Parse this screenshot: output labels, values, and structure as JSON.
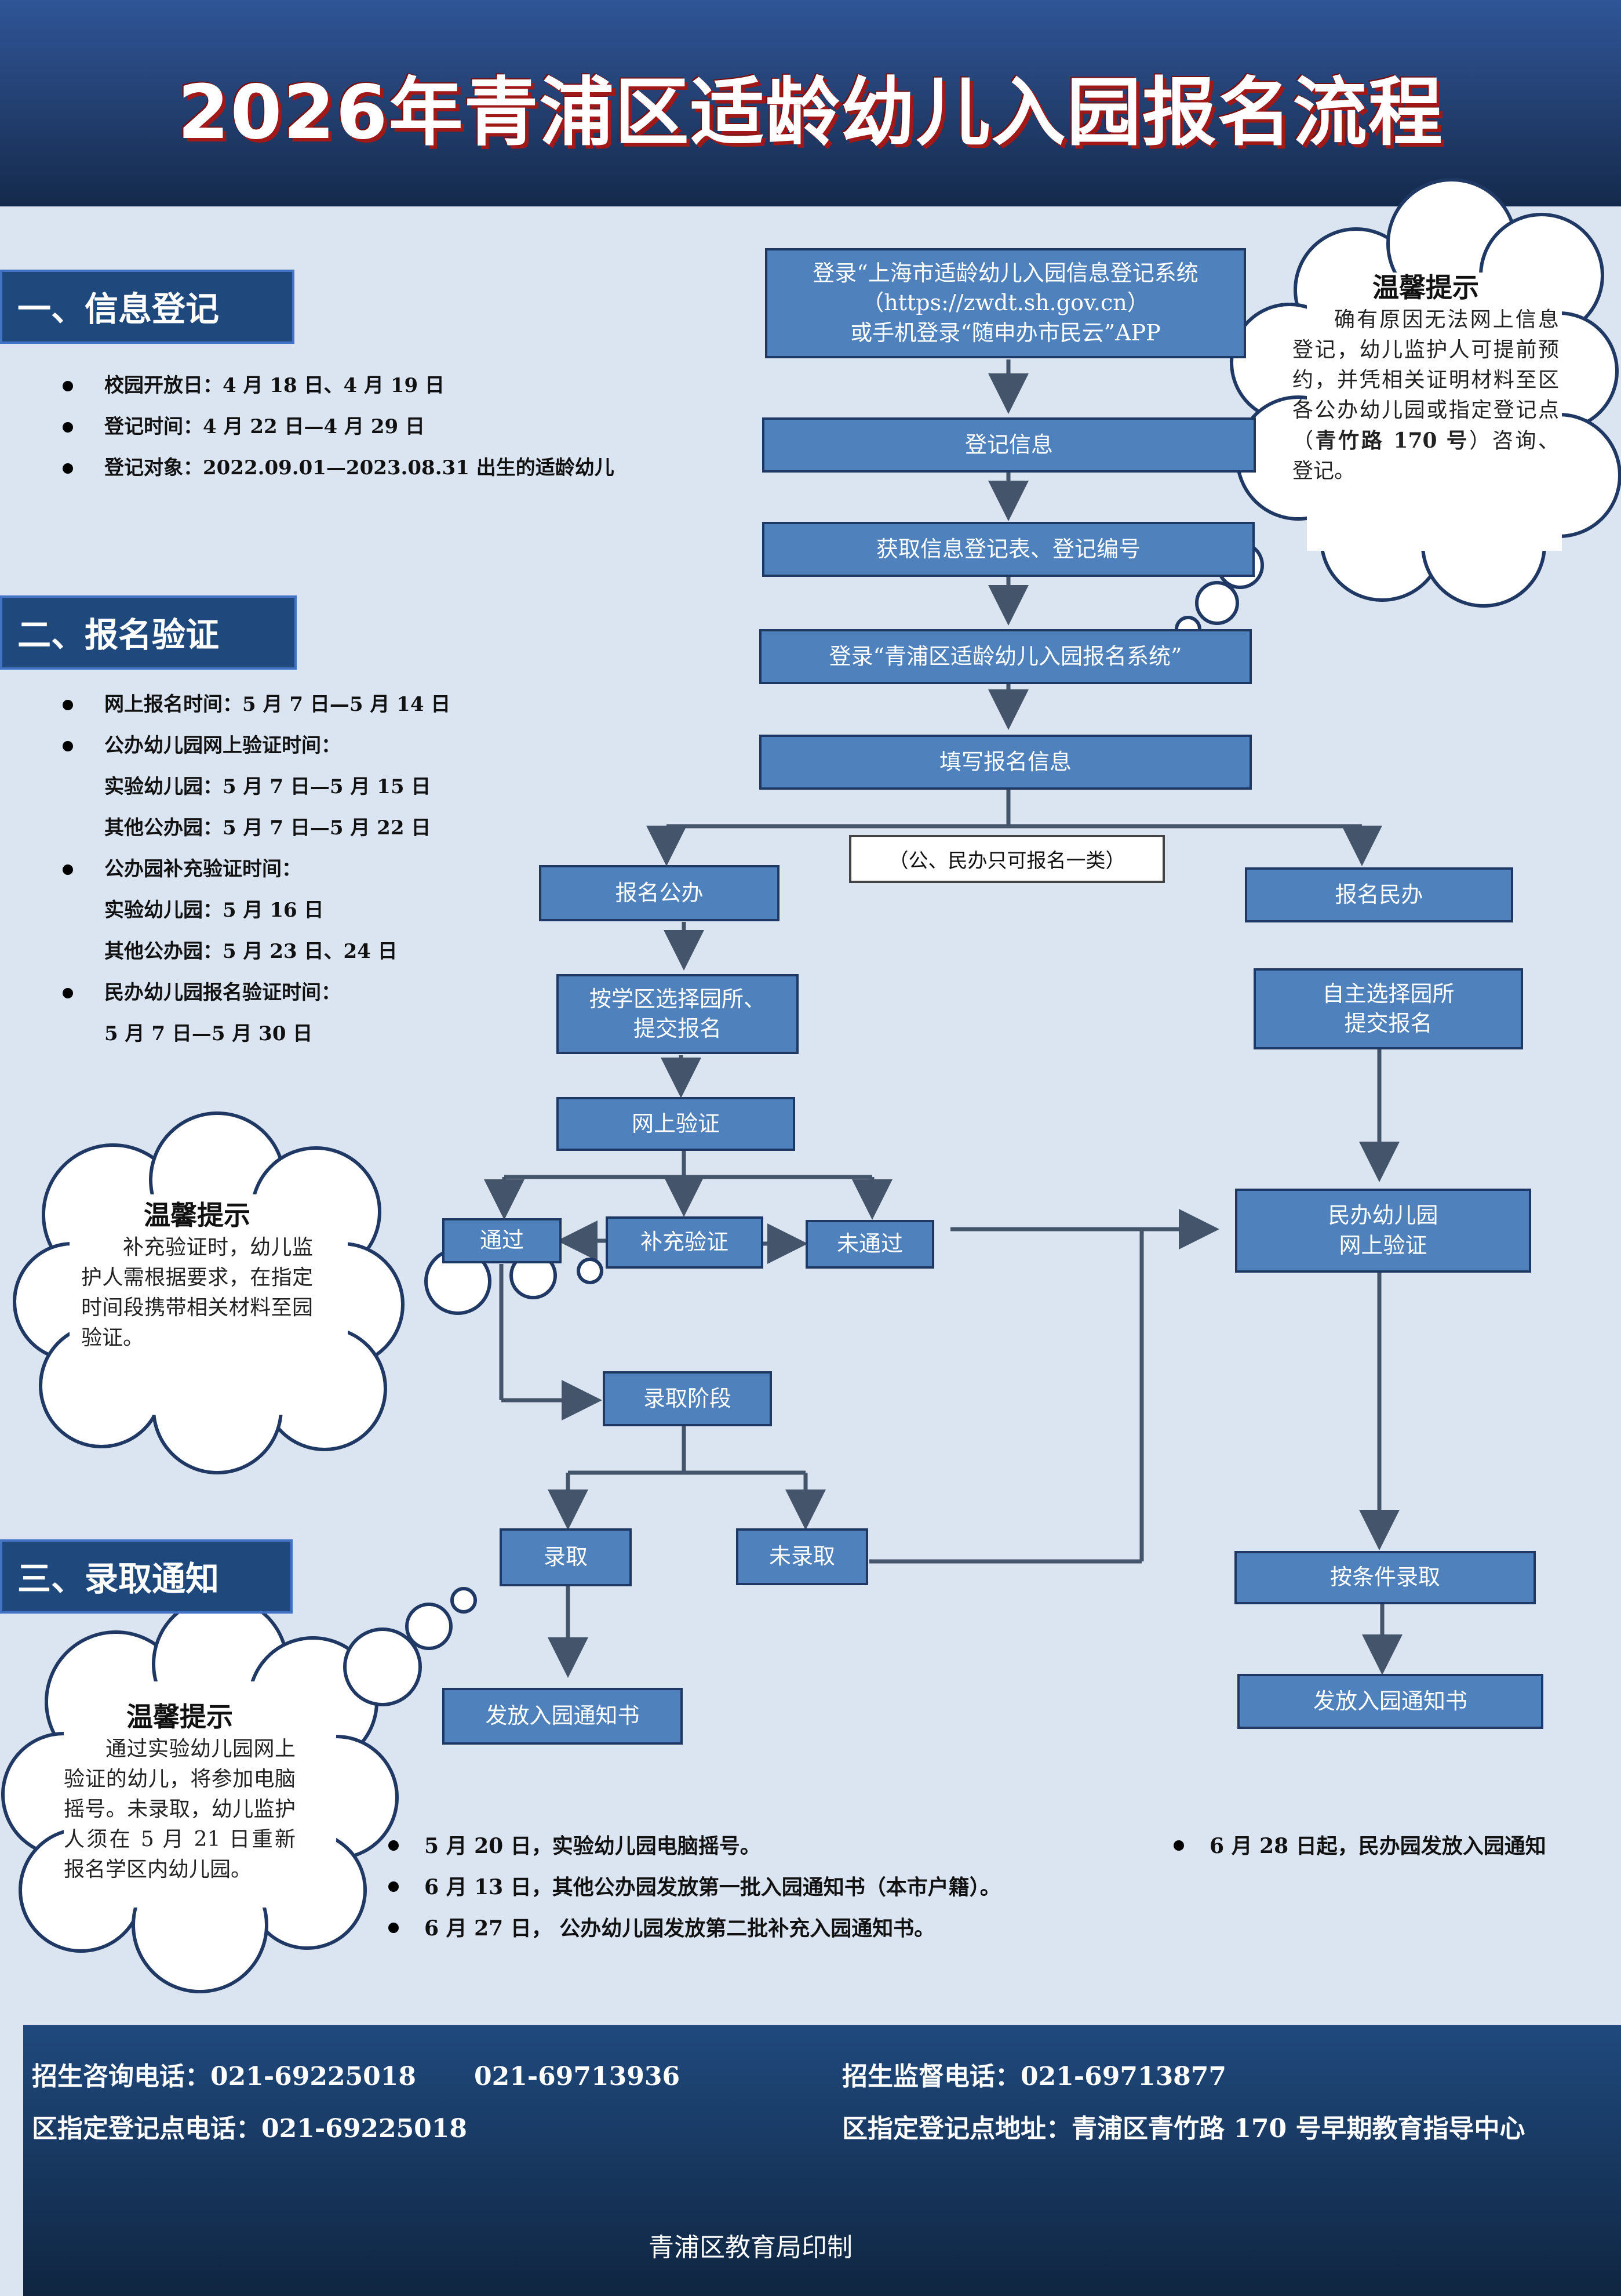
{
  "title": "2026年青浦区适龄幼儿入园报名流程",
  "section1": {
    "heading": "一、信息登记",
    "items": [
      "校园开放日：4 月 18 日、4 月 19 日",
      "登记时间：4 月 22 日—4 月 29 日",
      "登记对象：2022.09.01—2023.08.31 出生的适龄幼儿"
    ]
  },
  "section2": {
    "heading": "二、报名验证",
    "items": [
      "网上报名时间：5 月 7 日—5 月 14 日",
      "公办幼儿园网上验证时间：",
      "实验幼儿园：5 月 7 日—5 月 15 日",
      "其他公办园：5 月 7 日—5 月 22 日",
      "公办园补充验证时间：",
      "实验幼儿园：5 月 16 日",
      "其他公办园：5 月 23 日、24 日",
      "民办幼儿园报名验证时间：",
      "5 月 7 日—5 月 30 日"
    ]
  },
  "section3": {
    "heading": "三、录取通知"
  },
  "flow": {
    "login_system": [
      "登录“上海市适龄幼儿入园信息登记系统",
      "（https://zwdt.sh.gov.cn）",
      "或手机登录“随申办市民云”APP"
    ],
    "register_info": "登记信息",
    "get_form": "获取信息登记表、登记编号",
    "login_qingpu": "登录“青浦区适龄幼儿入园报名系统”",
    "fill_info": "填写报名信息",
    "only_one_note": "（公、民办只可报名一类）",
    "apply_public": "报名公办",
    "apply_private": "报名民办",
    "choose_district": [
      "按学区选择园所、",
      "提交报名"
    ],
    "choose_self": [
      "自主选择园所",
      "提交报名"
    ],
    "online_verify": "网上验证",
    "pass": "通过",
    "supplement": "补充验证",
    "fail": "未通过",
    "private_verify": [
      "民办幼儿园",
      "网上验证"
    ],
    "admission_stage": "录取阶段",
    "admitted": "录取",
    "not_admitted": "未录取",
    "conditional_admit": "按条件录取",
    "issue_notice_public": "发放入园通知书",
    "issue_notice_private": "发放入园通知书"
  },
  "tips": {
    "tip1": {
      "title": "温馨提示",
      "body": [
        "确有原因无法网上信息登记，幼儿监护人可提前预约，并凭相关证明材料至区各公办幼儿园或指定登记点（",
        "青竹路 170 号",
        "）咨询、登记。"
      ]
    },
    "tip2": {
      "title": "温馨提示",
      "body": "补充验证时，幼儿监护人需根据要求，在指定时间段携带相关材料至园验证。"
    },
    "tip3": {
      "title": "温馨提示",
      "body": "通过实验幼儿园网上验证的幼儿，将参加电脑摇号。未录取，幼儿监护人须在 5 月 21 日重新报名学区内幼儿园。"
    }
  },
  "bottom_notes": [
    "5 月 20 日，实验幼儿园电脑摇号。",
    "6 月 13 日，其他公办园发放第一批入园通知书（本市户籍）。",
    "6 月 27 日， 公办幼儿园发放第二批补充入园通知书。",
    "6 月 28 日起，民办园发放入园通知"
  ],
  "footer": {
    "consult_label": "招生咨询电话：",
    "consult_phone1": "021-69225018",
    "consult_phone2": "021-69713936",
    "supervise": "招生监督电话：021-69713877",
    "reg_phone": "区指定登记点电话：021-69225018",
    "reg_address": "区指定登记点地址：青浦区青竹路 170 号早期教育指导中心",
    "printer": "青浦区教育局印制"
  },
  "colors": {
    "header": "#2f5597",
    "box": "#4f81bd",
    "section": "#1f497d",
    "background": "#dbe5f1",
    "title_shadow": "#a01818"
  }
}
